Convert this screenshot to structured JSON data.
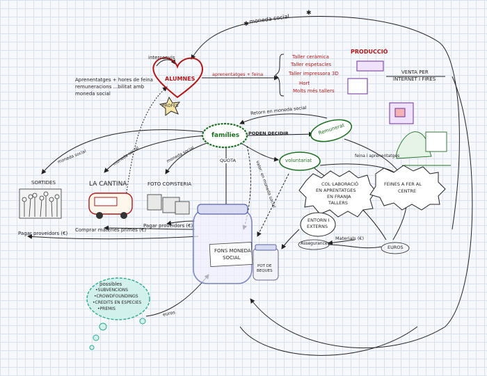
{
  "header": {
    "moneda_social": "moneda social"
  },
  "alumnes": {
    "title": "ALUMNES",
    "intercanvis": "intercanvis",
    "profes": "PROFES"
  },
  "left_note": {
    "lines": [
      "Aprenentatges + hores de feina",
      "remuneracions ...bilitat amb",
      "moneda social"
    ]
  },
  "arrows": {
    "aprenentatges_feina": "aprenentatges + feina",
    "retorn_moneda": "Retorn en moneda social",
    "poden_decidir": "PODEN DECIDIR",
    "quota": "QUOTA",
    "moneda_social_1": "moneda social",
    "moneda_social_2": "moneda social",
    "moneda_social_3": "moneda social",
    "feina_aprenentatges": "feina i aprenentatges",
    "euros_bottom": "euros",
    "valor_moneda": "valor: en moneda social"
  },
  "produccio": {
    "title": "PRODUCCIÓ",
    "items": [
      "Taller ceràmica",
      "Taller espetacles",
      "Taller impressora 3D",
      "Hort",
      "Molts més tallers"
    ],
    "venta": [
      "VENTA PER",
      "INTERNET I FIRES"
    ]
  },
  "nodes": {
    "families": "famílies",
    "remunerat": "Remunerat",
    "voluntariat": "voluntariat",
    "collaboracio": [
      "COL·LABORACIÓ",
      "EN APRENTATGES",
      "EN FRANJA",
      "TALLERS"
    ],
    "feines": [
      "FEINES A FER AL",
      "CENTRE"
    ],
    "entorn": [
      "ENTORN I",
      "EXTERNS"
    ],
    "assegurances": "Assegurances",
    "materials": "Materials (€)",
    "euros": "EUROS"
  },
  "places": {
    "sortides": "SORTIDES",
    "cantina": "LA CANTINA",
    "fotocopisteria": "FOTO COPISTERIA"
  },
  "bottom_left": {
    "pagar_proveidors_1": "Pagar proveidors (€)",
    "comprar_materies": "Comprar matèries primes (€)",
    "pagar_proveidors_2": "Pagar proveidors (€)"
  },
  "jar": {
    "label": [
      "FONS MONEDA",
      "SOCIAL"
    ],
    "pot": [
      "POT DE",
      "BEQUES"
    ]
  },
  "cloud": {
    "title": "possibles",
    "items": [
      "•SUBVENCIONS",
      "•CROWDFOUNDINGS",
      "•CREDITS EN ESPECIES",
      "•PREMIS"
    ]
  },
  "colors": {
    "red": "#b01818",
    "green": "#1d6f22",
    "purple": "#6b2ea3",
    "ink": "#1f1f1f",
    "jar": "#7c86c4"
  }
}
